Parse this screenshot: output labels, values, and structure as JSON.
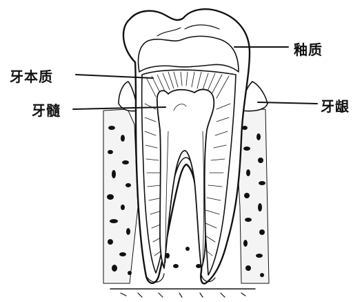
{
  "labels": {
    "enamel": "釉质",
    "dentin": "牙本质",
    "pulp": "牙髓",
    "gum": "牙龈"
  },
  "ink_color": "#111111"
}
